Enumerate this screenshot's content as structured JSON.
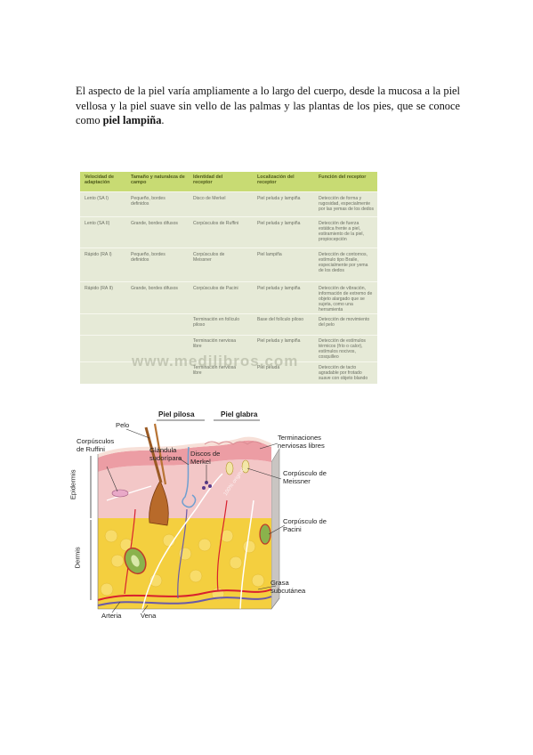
{
  "paragraph": {
    "part1": "El aspecto de la piel varía ampliamente a lo largo del cuerpo, desde la mucosa a la piel vellosa y la piel suave sin vello de las palmas y las plantas de los pies, que se conoce como ",
    "bold_term": "piel lampiña",
    "end": "."
  },
  "table": {
    "headers": [
      "Velocidad de adaptación",
      "Tamaño y naturaleza de campo",
      "Identidad del receptor",
      "Localización del receptor",
      "Función del receptor"
    ],
    "rows": [
      [
        "Lento (SA I)",
        "Pequeño, bordes definidos",
        "Disco de Merkel",
        "Piel peluda y lampiña",
        "Detección de forma y rugosidad, especialmente por las yemas de los dedos"
      ],
      [
        "Lento (SA II)",
        "Grande, bordes difusos",
        "Corpúsculos de Ruffini",
        "Piel peluda y lampiña",
        "Detección de fuerza estática frente a piel, estiramiento de la piel, propiocepción"
      ],
      [
        "Rápido (RA I)",
        "Pequeño, bordes definidos",
        "Corpúsculos de Meissner",
        "Piel lampiña",
        "Detección de contornos, estímulo tipo Braile, especialmente por yema de los dedos"
      ],
      [
        "Rápido (RA II)",
        "Grande, bordes difusos",
        "Corpúsculos de Pacini",
        "Piel peluda y lampiña",
        "Detección de vibración, información de extremo de objeto alargado que se sujeta, como una herramienta"
      ],
      [
        "",
        "",
        "Terminación en folículo piloso",
        "Base del folículo piloso",
        "Detección de movimiento del pelo"
      ],
      [
        "",
        "",
        "Terminación nerviosa libre",
        "Piel peluda y lampiña",
        "Detección de estímulos térmicos (frío o calor), estímulos nocivos, cosquilleo"
      ],
      [
        "",
        "",
        "Terminación nerviosa libre",
        "Piel peluda",
        "Detección de tacto agradable por frotado suave con objeto blando"
      ]
    ],
    "watermark": "www.medilibros.com"
  },
  "figure": {
    "labels": {
      "pelo": "Pelo",
      "piel_pilosa": "Piel pilosa",
      "piel_glabra": "Piel glabra",
      "ruffini": "Corpúsculos de Ruffini",
      "glandula": "Glándula sudorípara",
      "merkel": "Discos de Merkel",
      "terminaciones": "Terminaciones nerviosas libres",
      "meissner": "Corpúsculo de Meissner",
      "pacini": "Corpúsculo de Pacini",
      "epidermis": "Epidermis",
      "dermis": "Dermis",
      "grasa": "Grasa subcutánea",
      "arteria": "Arteria",
      "vena": "Vena"
    },
    "watermark": "100% original"
  }
}
